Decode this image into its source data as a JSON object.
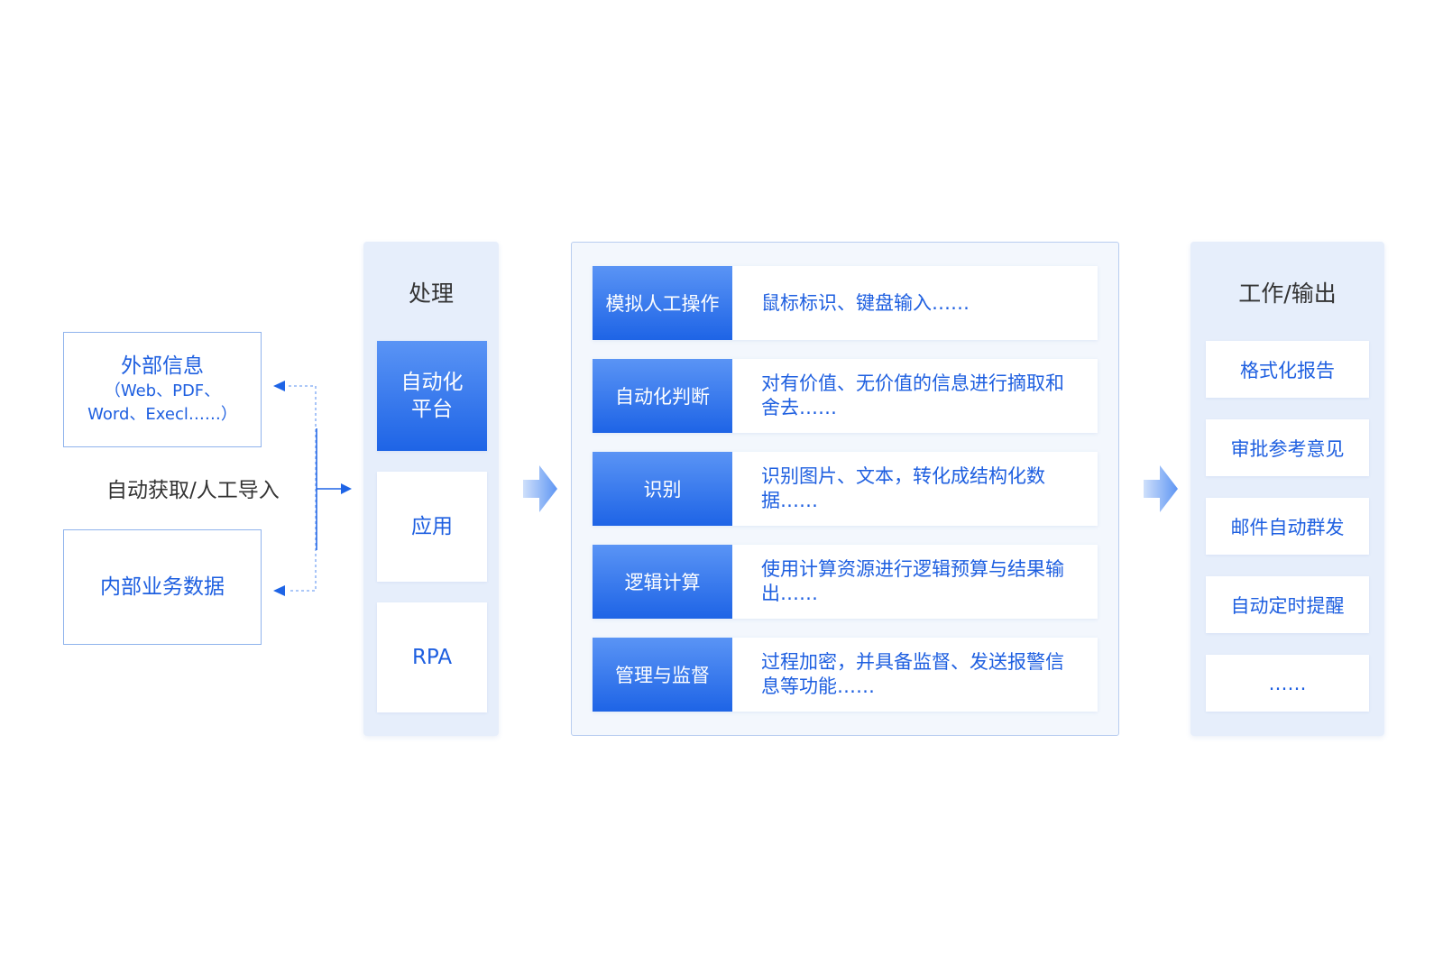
{
  "sources": {
    "external": {
      "title": "外部信息",
      "detail1": "（Web、PDF、",
      "detail2": "Word、Execl……）"
    },
    "internal": {
      "title": "内部业务数据"
    },
    "connector_label": "自动获取/人工导入"
  },
  "processing": {
    "title": "处理",
    "items": [
      {
        "label_line1": "自动化",
        "label_line2": "平台"
      },
      {
        "label": "应用"
      },
      {
        "label": "RPA"
      }
    ]
  },
  "capabilities": [
    {
      "name": "模拟人工操作",
      "desc": "鼠标标识、键盘输入……"
    },
    {
      "name": "自动化判断",
      "desc": "对有价值、无价值的信息进行摘取和舍去……"
    },
    {
      "name": "识别",
      "desc": "识别图片、文本，转化成结构化数据……"
    },
    {
      "name": "逻辑计算",
      "desc": "使用计算资源进行逻辑预算与结果输出……"
    },
    {
      "name": "管理与监督",
      "desc": "过程加密，并具备监督、发送报警信息等功能……"
    }
  ],
  "output": {
    "title": "工作/输出",
    "items": [
      "格式化报告",
      "审批参考意见",
      "邮件自动群发",
      "自动定时提醒",
      "……"
    ]
  },
  "colors": {
    "primary": "#1e64e6",
    "panel": "#e6eefb",
    "arrow": "#7aa6f4"
  }
}
